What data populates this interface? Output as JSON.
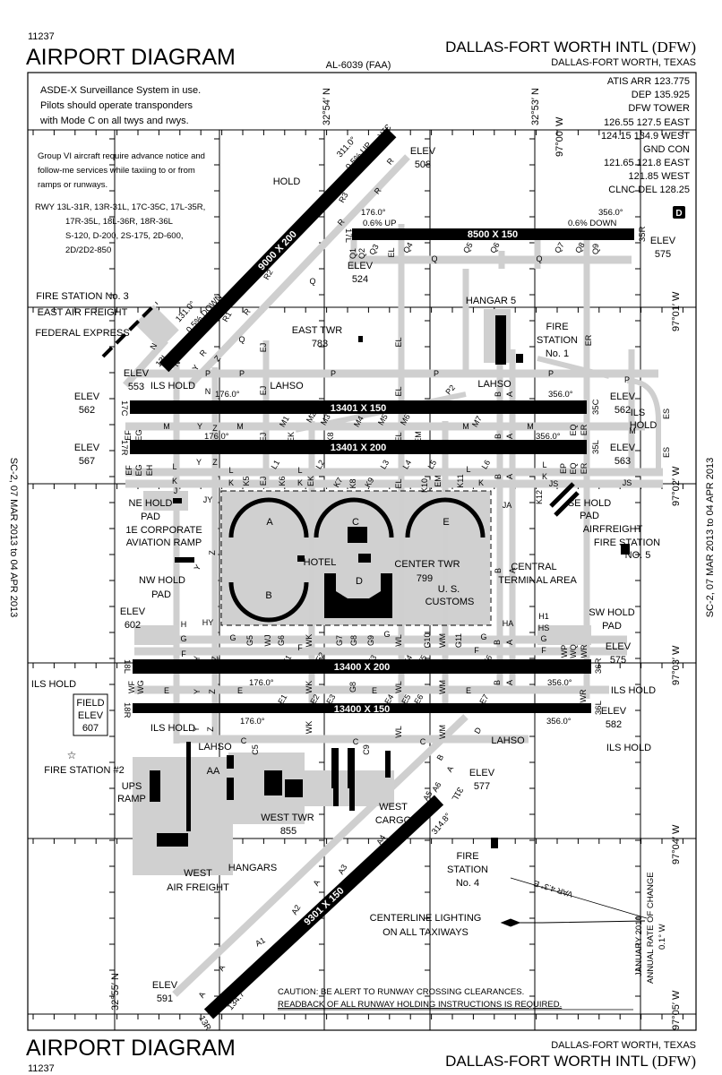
{
  "header": {
    "chart_number": "11237",
    "title": "AIRPORT DIAGRAM",
    "procedure_id": "AL-6039 (FAA)",
    "airport_name": "DALLAS-FORT WORTH INTL",
    "airport_id": "(DFW)",
    "city_state": "DALLAS-FORT WORTH, TEXAS"
  },
  "footer": {
    "chart_number": "11237",
    "title": "AIRPORT DIAGRAM",
    "airport_name": "DALLAS-FORT WORTH INTL",
    "airport_id": "(DFW)",
    "city_state": "DALLAS-FORT WORTH, TEXAS"
  },
  "validity": "SC-2, 07 MAR 2013 to 04 APR 2013",
  "notes": {
    "asde": [
      "ASDE-X Surveillance System in use.",
      "Pilots should operate transponders",
      "with Mode C on all twys and rwys."
    ],
    "group6": [
      "Group VI aircraft require advance notice and",
      "follow-me services while taxiing to or from",
      "ramps or runways."
    ],
    "rwy": [
      "RWY 13L-31R, 13R-31L, 17C-35C, 17L-35R,",
      "17R-35L, 18L-36R, 18R-36L",
      "S-120, D-200, 2S-175, 2D-600,",
      "2D/2D2-850"
    ],
    "caution": [
      "CAUTION:  BE ALERT TO RUNWAY CROSSING CLEARANCES.",
      "READBACK OF ALL RUNWAY HOLDING INSTRUCTIONS IS REQUIRED."
    ],
    "centerline": [
      "CENTERLINE LIGHTING",
      "ON ALL TAXIWAYS"
    ],
    "variation": "VAR 4.3° E",
    "rate": [
      "JANUARY 2010",
      "ANNUAL RATE OF CHANGE",
      "0.1° W"
    ]
  },
  "frequencies": [
    "ATIS ARR  123.775",
    "DEP  135.925",
    "DFW TOWER",
    "126.55  127.5  EAST",
    "124.15  134.9  WEST",
    "GND CON",
    "121.65  121.8  EAST",
    "121.85  WEST",
    "CLNC DEL  128.25"
  ],
  "d_symbol": "D",
  "coordinates": {
    "lat": [
      "32°54′ N",
      "32°53′ N",
      "32°55′ N"
    ],
    "lon": [
      "97°00′ W",
      "97°01′ W",
      "97°02′ W",
      "97°03′ W",
      "97°04′ W",
      "97°05′ W"
    ]
  },
  "runways": [
    {
      "id": "13L-31R",
      "dims": "9000 X 200",
      "ends": [
        "13L",
        "31R"
      ]
    },
    {
      "id": "17L-35R",
      "dims": "8500 X 150",
      "ends": [
        "17L",
        "35R"
      ]
    },
    {
      "id": "17C-35C",
      "dims": "13401 X 150",
      "ends": [
        "17C",
        "35C"
      ]
    },
    {
      "id": "17R-35L",
      "dims": "13401 X 200",
      "ends": [
        "17R",
        "35L"
      ]
    },
    {
      "id": "18L-36R",
      "dims": "13400 X 200",
      "ends": [
        "18L",
        "36R"
      ]
    },
    {
      "id": "18R-36L",
      "dims": "13400 X 150",
      "ends": [
        "18R",
        "36L"
      ]
    },
    {
      "id": "13R-31L",
      "dims": "9301 X 150",
      "ends": [
        "13R",
        "31L"
      ]
    }
  ],
  "runway_annotations": [
    "311.0°",
    "0.5% UP",
    "131.0°",
    "0.5% DOWN",
    "176.0°",
    "0.6% UP",
    "356.0°",
    "0.6% DOWN",
    "176.0°",
    "356.0°",
    "176.0°",
    "356.0°",
    "176.0°",
    "356.0°",
    "176.0°",
    "356.0°",
    "314.8°",
    "134.7°"
  ],
  "elev_label": "ELEV",
  "elevations": [
    "508",
    "575",
    "524",
    "553",
    "562",
    "562",
    "567",
    "563",
    "602",
    "575",
    "582",
    "577",
    "591"
  ],
  "field_elev": [
    "FIELD",
    "ELEV",
    "607"
  ],
  "features": [
    "HOLD",
    "FIRE STATION No. 3",
    "EAST AIR FREIGHT",
    "FEDERAL EXPRESS",
    "HANGAR 5",
    "EAST TWR",
    "783",
    "FIRE",
    "STATION",
    "No. 1",
    "ILS HOLD",
    "LAHSO",
    "LAHSO",
    "ILS",
    "HOLD",
    "NE HOLD",
    "PAD",
    "1E CORPORATE",
    "AVIATION RAMP",
    "SE HOLD",
    "PAD",
    "AIRFREIGHT",
    "FIRE STATION",
    "NO. 5",
    "HOTEL",
    "CENTER TWR",
    "799",
    "U. S.",
    "CUSTOMS",
    "CENTRAL",
    "TERMINAL AREA",
    "NW HOLD",
    "PAD",
    "SW HOLD",
    "PAD",
    "ILS HOLD",
    "ILS HOLD",
    "ILS HOLD",
    "ILS HOLD",
    "LAHSO",
    "LAHSO",
    "FIRE STATION #2",
    "UPS",
    "RAMP",
    "AA",
    "WEST TWR",
    "855",
    "WEST",
    "CARGO",
    "HANGARS",
    "WEST",
    "AIR FREIGHT",
    "FIRE",
    "STATION",
    "No. 4"
  ],
  "terminals": [
    "A",
    "B",
    "C",
    "D",
    "E"
  ],
  "taxiway_labels": [
    "Q1",
    "Q2",
    "Q3",
    "EL",
    "Q4",
    "Q5",
    "Q6",
    "Q7",
    "Q8",
    "Q9",
    "Q",
    "Q",
    "R",
    "R",
    "R3",
    "R",
    "R2",
    "R",
    "R1",
    "Q",
    "Q",
    "N",
    "N",
    "Y",
    "P",
    "R",
    "Z",
    "EJ",
    "P",
    "P",
    "P",
    "P",
    "P",
    "EL",
    "ER",
    "EJ",
    "EL",
    "P2",
    "N",
    "B",
    "A",
    "EF",
    "EG",
    "M",
    "Y",
    "Z",
    "M",
    "M1",
    "M2",
    "M3",
    "M4",
    "M5",
    "M6",
    "EJ",
    "EK",
    "K8",
    "EL",
    "EM",
    "M",
    "M7",
    "B",
    "A",
    "M",
    "EQ",
    "ER",
    "M",
    "ES",
    "ES",
    "EF",
    "EG",
    "EH",
    "L",
    "K",
    "Y",
    "Z",
    "L",
    "K",
    "K5",
    "EJ",
    "K6",
    "L1",
    "L",
    "K",
    "EK",
    "L2",
    "K7",
    "K8",
    "K9",
    "L3",
    "EL",
    "L4",
    "L5",
    "K10",
    "EM",
    "K11",
    "L",
    "K",
    "L6",
    "B",
    "A",
    "L",
    "K",
    "EP",
    "EQ",
    "ER",
    "JS",
    "JS",
    "K12",
    "J",
    "JY",
    "Z",
    "Y",
    "JA",
    "B",
    "A",
    "H",
    "HY",
    "G",
    "F",
    "Y",
    "Z",
    "G",
    "G5",
    "WJ",
    "G6",
    "F",
    "WK",
    "F1",
    "F2",
    "G7",
    "G8",
    "G9",
    "G",
    "WL",
    "F3",
    "F4",
    "G10",
    "F5",
    "WM",
    "G11",
    "G",
    "F",
    "F6",
    "HA",
    "B",
    "A",
    "H1",
    "HS",
    "G",
    "F",
    "WP",
    "WQ",
    "WR",
    "WF",
    "WG",
    "E",
    "Y",
    "Z",
    "E",
    "WK",
    "G8",
    "E",
    "WL",
    "WM",
    "E",
    "E1",
    "E2",
    "E3",
    "E4",
    "E5",
    "E6",
    "E7",
    "B",
    "A",
    "WR",
    "Y",
    "Z",
    "WK",
    "WL",
    "WM",
    "D",
    "C",
    "C5",
    "C",
    "C9",
    "C",
    "B",
    "A",
    "A6",
    "A5",
    "A4",
    "A3",
    "A",
    "A2",
    "A1",
    "A",
    "A"
  ]
}
